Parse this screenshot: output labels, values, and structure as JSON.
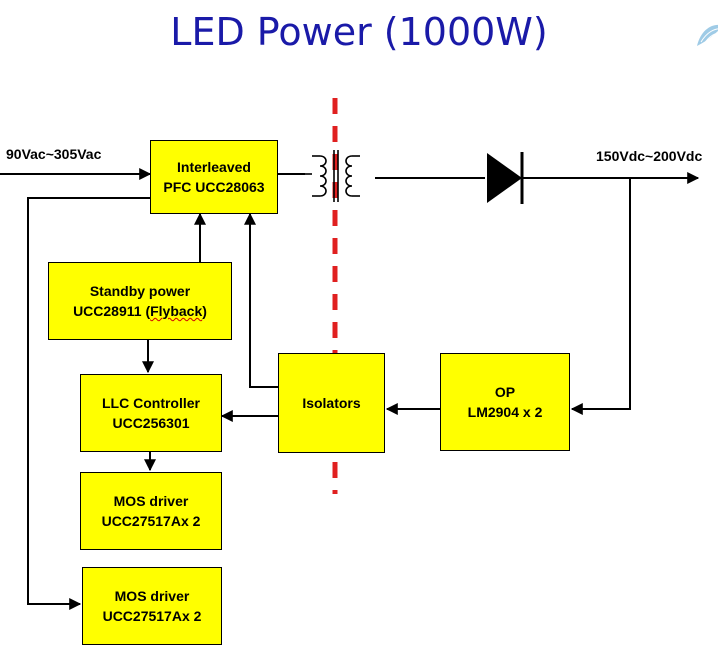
{
  "title": "LED Power (1000W)",
  "colors": {
    "box_fill": "#ffff00",
    "title": "#1a1aa8",
    "isolation_line": "#e02020"
  },
  "input_label": "90Vac~305Vac",
  "output_label": "150Vdc~200Vdc",
  "blocks": {
    "pfc": {
      "line1": "Interleaved",
      "line2": "PFC UCC28063"
    },
    "standby": {
      "line1": "Standby power",
      "line2_prefix": "UCC28911 (",
      "line2_word": "Flyback",
      "line2_suffix": ")"
    },
    "llc": {
      "line1": "LLC Controller",
      "line2": "UCC256301"
    },
    "mos1": {
      "line1": "MOS driver",
      "line2": "UCC27517Ax 2"
    },
    "mos2": {
      "line1": "MOS driver",
      "line2": "UCC27517Ax 2"
    },
    "isolators": {
      "line1": "Isolators"
    },
    "op": {
      "line1": "OP",
      "line2": "LM2904 x 2"
    }
  },
  "icons": [
    "transformer-icon",
    "diode-icon",
    "isolation-barrier"
  ]
}
